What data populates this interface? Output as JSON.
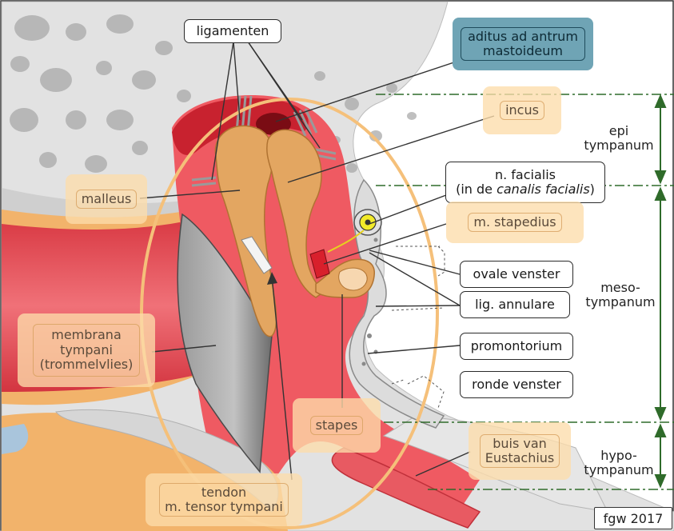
{
  "labels": {
    "ligamenten": "ligamenten",
    "aditus_line1": "aditus ad antrum",
    "aditus_line2": "mastoideum",
    "incus": "incus",
    "malleus": "malleus",
    "facialis_line1": "n. facialis",
    "facialis_line2_pre": "(in de ",
    "facialis_line2_italic": "canalis facialis",
    "facialis_line2_post": ")",
    "stapedius": "m. stapedius",
    "ovale_venster": "ovale venster",
    "lig_annulare": "lig. annulare",
    "membrana_line1": "membrana",
    "membrana_line2": "tympani",
    "membrana_line3": "(trommelvlies)",
    "promontorium": "promontorium",
    "ronde_venster": "ronde venster",
    "stapes": "stapes",
    "tendon_line1": "tendon",
    "tendon_line2": "m. tensor tympani",
    "buis_line1": "buis van",
    "buis_line2": "Eustachius",
    "epi_line1": "epi",
    "epi_line2": "tympanum",
    "meso_line1": "meso-",
    "meso_line2": "tympanum",
    "hypo_line1": "hypo-",
    "hypo_line2": "tympanum"
  },
  "credit": "fgw 2017",
  "colors": {
    "bone": "#e4e4e4",
    "mucosa": "#e84a55",
    "ossicle": "#e3a661",
    "ellipse": "#f5c07a",
    "teal_box": "#6fa4b5",
    "dash_line": "#2f6b2a"
  }
}
